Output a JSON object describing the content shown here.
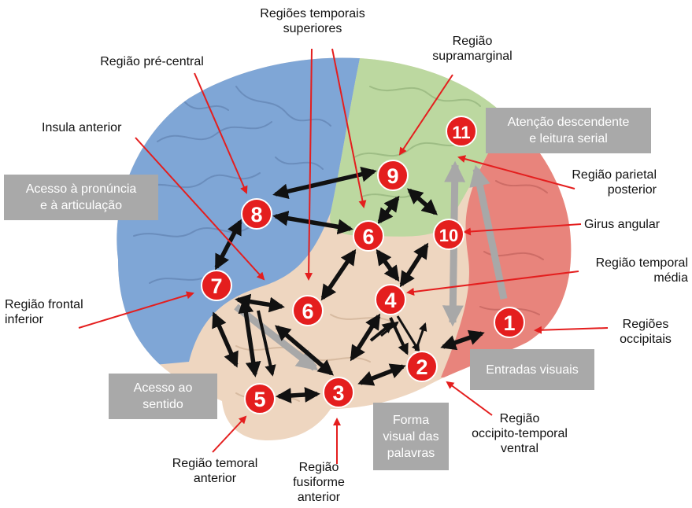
{
  "labels": {
    "temporais_superiores": [
      "Regiões temporais",
      "superiores"
    ],
    "supramarginal": [
      "Região",
      "supramarginal"
    ],
    "pre_central": "Região pré-central",
    "insula": "Insula anterior",
    "parietal_posterior": [
      "Região parietal",
      "posterior"
    ],
    "girus_angular": "Girus angular",
    "temporal_media": [
      "Região temporal",
      "média"
    ],
    "frontal_inferior": [
      "Região frontal",
      "inferior"
    ],
    "occipitais": [
      "Regiões",
      "occipitais"
    ],
    "occipito_temporal": [
      "Região",
      "occipito-temporal",
      "ventral"
    ],
    "temoral_anterior": [
      "Região temoral",
      "anterior"
    ],
    "fusiforme": [
      "Região",
      "fusiforme",
      "anterior"
    ]
  },
  "boxes": {
    "atencao": [
      "Atenção descendente",
      "e leitura serial"
    ],
    "pronuncia": [
      "Acesso à pronúncia",
      "e à articulação"
    ],
    "sentido": [
      "Acesso ao",
      "sentido"
    ],
    "entradas": "Entradas visuais",
    "forma": [
      "Forma",
      "visual das",
      "palavras"
    ]
  },
  "nodes": [
    "1",
    "2",
    "3",
    "4",
    "5",
    "6",
    "6",
    "7",
    "8",
    "9",
    "10",
    "11"
  ],
  "colors": {
    "frontal_blue": "#7fa6d6",
    "temporal_beige": "#eed6c0",
    "parietal_green": "#bcd8a0",
    "occipital_red": "#e8847c",
    "node_red": "#e41e1e",
    "arrow_red": "#e41e1e",
    "box_gray": "#a9a9a9"
  }
}
